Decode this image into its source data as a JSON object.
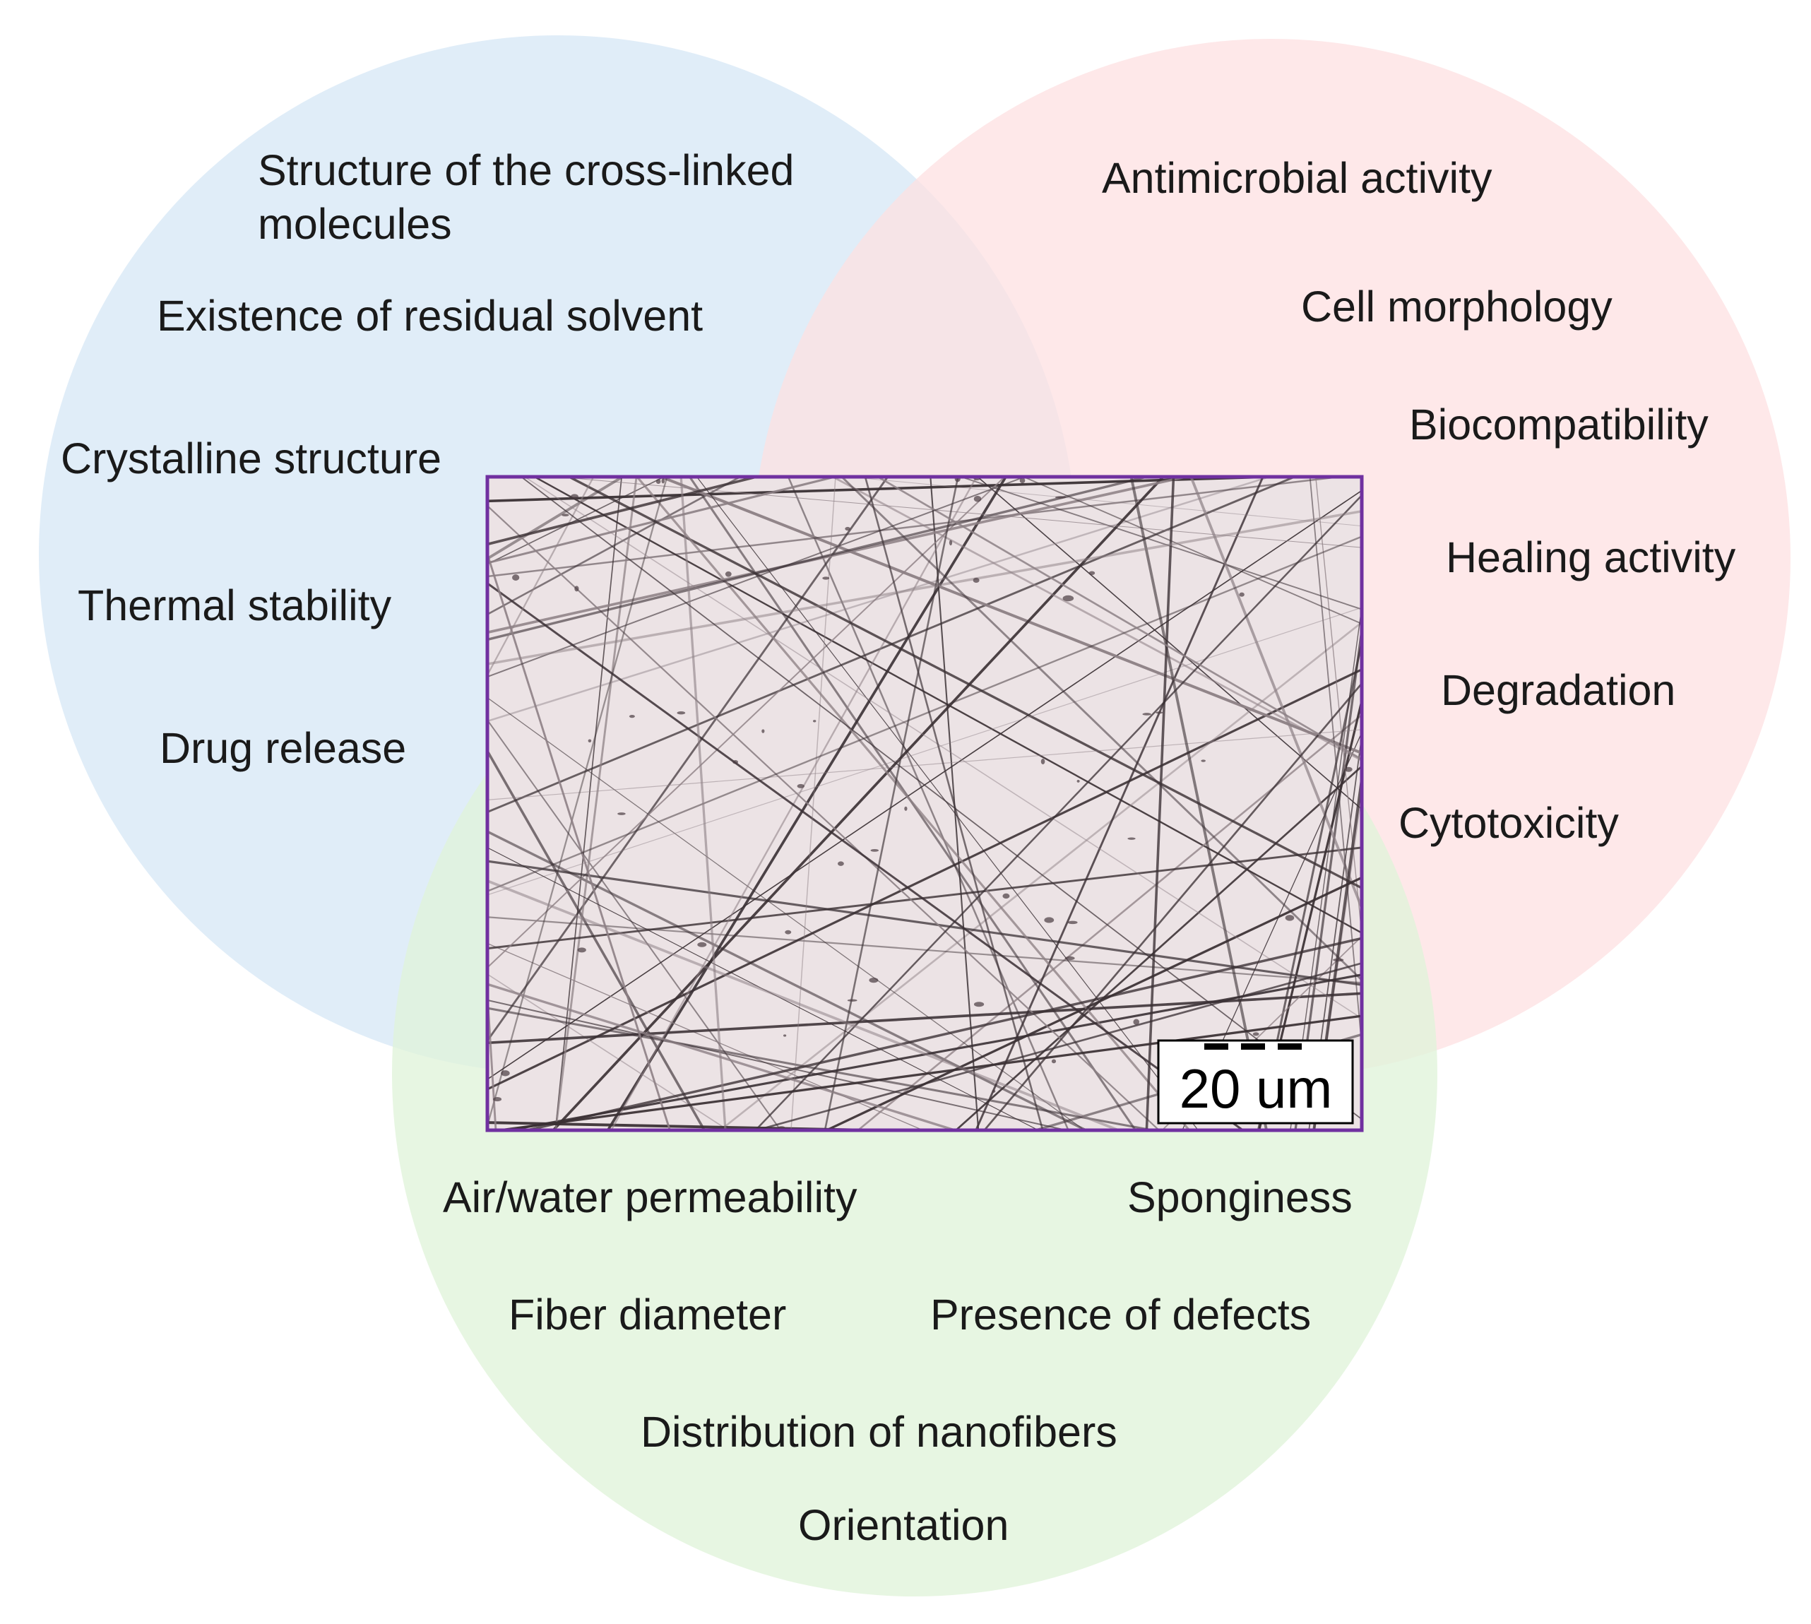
{
  "colors": {
    "background": "#ffffff",
    "circle_blue": "#dbeaf7",
    "circle_red": "#fde0e1",
    "circle_green": "#e0f3da",
    "photo_border": "#7030a0",
    "photo_bg": "#ece3e5",
    "fiber": "#3a3034",
    "text": "#1a1a1a"
  },
  "icons": {
    "micrograph": "nanofiber-micrograph-image",
    "scale_bar": "scale-bar-icon"
  },
  "left_circle": {
    "items": [
      [
        "Structure of the cross-linked",
        "molecules"
      ],
      [
        "Existence of residual solvent"
      ],
      [
        "Crystalline structure"
      ],
      [
        "Thermal stability"
      ],
      [
        "Drug release"
      ]
    ]
  },
  "right_circle": {
    "items": [
      "Antimicrobial activity",
      "Cell morphology",
      "Biocompatibility",
      "Healing activity",
      "Degradation",
      "Cytotoxicity"
    ]
  },
  "bottom_circle": {
    "items": [
      "Air/water permeability",
      "Sponginess",
      "Fiber diameter",
      "Presence of defects",
      "Distribution of nanofibers",
      "Orientation"
    ]
  },
  "micrograph": {
    "scale_label": "20 um"
  }
}
